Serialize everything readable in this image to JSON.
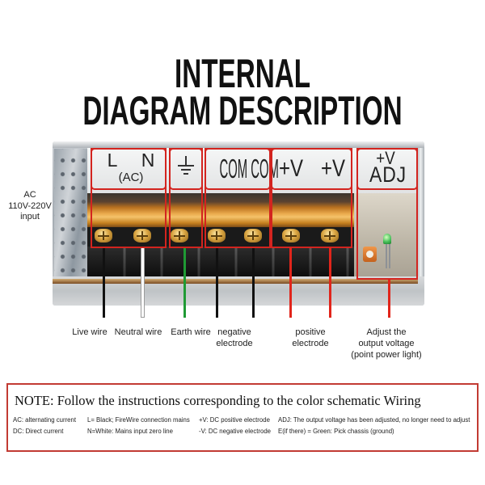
{
  "title": {
    "line1": "INTERNAL",
    "line2": "DIAGRAM DESCRIPTION"
  },
  "input_label": {
    "line1": "AC",
    "line2": "110V-220V",
    "line3": "input"
  },
  "terminal_labels": {
    "ac": {
      "l": "L",
      "n": "N",
      "sub": "(AC)"
    },
    "earth": {
      "icon": "ground-icon"
    },
    "com": "COM COM",
    "positive": [
      "+V",
      "+V"
    ],
    "adjust": {
      "top": "+V",
      "bottom": "ADJ"
    }
  },
  "wire_labels": {
    "live": "Live wire",
    "neutral": "Neutral wire",
    "earth": "Earth wire",
    "negative": [
      "negative",
      "electrode"
    ],
    "positive": [
      "positive",
      "electrode"
    ],
    "adjust": [
      "Adjust the",
      "output voltage",
      "(point power light)"
    ]
  },
  "note": {
    "heading": "NOTE: Follow the instructions corresponding to the color schematic Wiring",
    "rows": [
      [
        "AC: alternating current",
        "L= Black; FireWire connection mains",
        "+V: DC positive electrode",
        "ADJ: The output voltage has been adjusted, no longer need to adjust"
      ],
      [
        "DC: Direct current",
        "N=White: Mains input zero line",
        "-V: DC negative electrode",
        "E(if there) = Green: Pick chassis (ground)"
      ]
    ]
  },
  "colors": {
    "highlight_red": "#d3241f",
    "note_border": "#c23b33",
    "live_wire": "#111111",
    "neutral_wire": "#ffffff",
    "earth_wire": "#1f9a34",
    "negative_wire": "#111111",
    "positive_wire": "#e1251b",
    "adjust_wire": "#e1251b"
  },
  "icons": {
    "input_arrow": "arrow-right-icon",
    "earth_terminal": "ground-icon"
  }
}
